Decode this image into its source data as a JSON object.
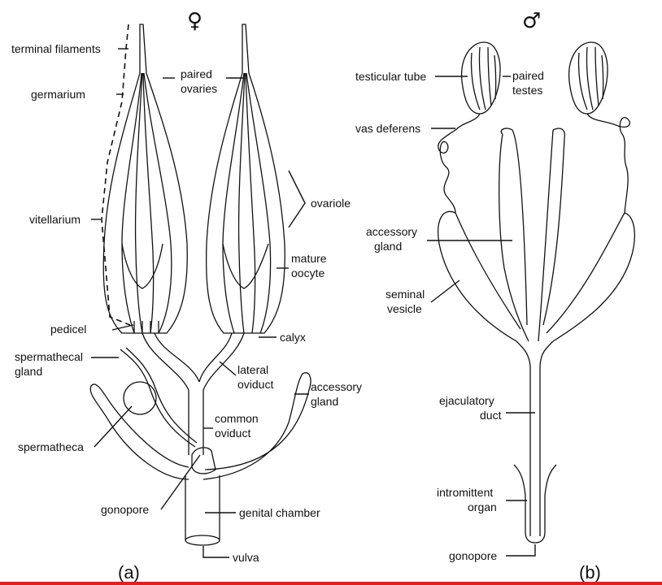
{
  "female": {
    "symbol": "♀",
    "panel": "(a)",
    "labels": {
      "terminal_filaments": "terminal filaments",
      "germarium": "germarium",
      "paired_ovaries_1": "paired",
      "paired_ovaries_2": "ovaries",
      "vitellarium": "vitellarium",
      "ovariole": "ovariole",
      "mature_oocyte_1": "mature",
      "mature_oocyte_2": "oocyte",
      "pedicel": "pedicel",
      "calyx": "calyx",
      "spermathecal_gland_1": "spermathecal",
      "spermathecal_gland_2": "gland",
      "lateral_oviduct_1": "lateral",
      "lateral_oviduct_2": "oviduct",
      "accessory_gland_1": "accessory",
      "accessory_gland_2": "gland",
      "common_oviduct_1": "common",
      "common_oviduct_2": "oviduct",
      "spermatheca": "spermatheca",
      "gonopore": "gonopore",
      "genital_chamber": "genital chamber",
      "vulva": "vulva"
    }
  },
  "male": {
    "symbol": "♂",
    "panel": "(b)",
    "labels": {
      "testicular_tube": "testicular tube",
      "paired_testes_1": "paired",
      "paired_testes_2": "testes",
      "vas_deferens": "vas deferens",
      "accessory_gland_1": "accessory",
      "accessory_gland_2": "gland",
      "seminal_vesicle_1": "seminal",
      "seminal_vesicle_2": "vesicle",
      "ejaculatory_duct_1": "ejaculatory",
      "ejaculatory_duct_2": "duct",
      "intromittent_organ_1": "intromittent",
      "intromittent_organ_2": "organ",
      "gonopore": "gonopore"
    }
  },
  "colors": {
    "footer_rule": "#e02020"
  }
}
